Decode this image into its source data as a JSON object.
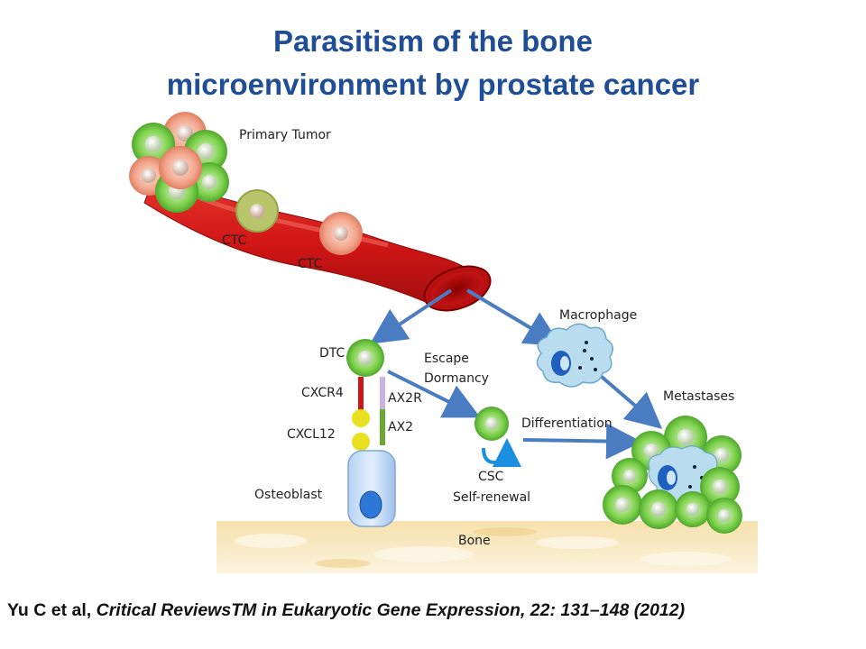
{
  "title": {
    "line1": "Parasitism of the bone",
    "line2": "microenvironment by prostate cancer"
  },
  "labels": {
    "primary_tumor": "Primary Tumor",
    "ctc_1": "CTC",
    "ctc_2": "CTC",
    "macrophage": "Macrophage",
    "dtc": "DTC",
    "escape": "Escape",
    "dormancy": "Dormancy",
    "cxcr4": "CXCR4",
    "ax2r": "AX2R",
    "cxcl12": "CXCL12",
    "ax2": "AX2",
    "osteoblast": "Osteoblast",
    "csc": "CSC",
    "self_renewal": "Self-renewal",
    "differentiation": "Differentiation",
    "metastases": "Metastases",
    "bone": "Bone"
  },
  "citation": {
    "authors": "Yu C et al, ",
    "journal": "Critical ReviewsTM in Eukaryotic Gene Expression, 22: 131–148 (2012)"
  },
  "colors": {
    "title": "#1f4e96",
    "vessel": "#d61c1c",
    "arrow": "#4a7cc2",
    "cell_green": "#7ccf4a",
    "cell_salmon": "#f2a58c",
    "bone": "#f3d9a0"
  }
}
